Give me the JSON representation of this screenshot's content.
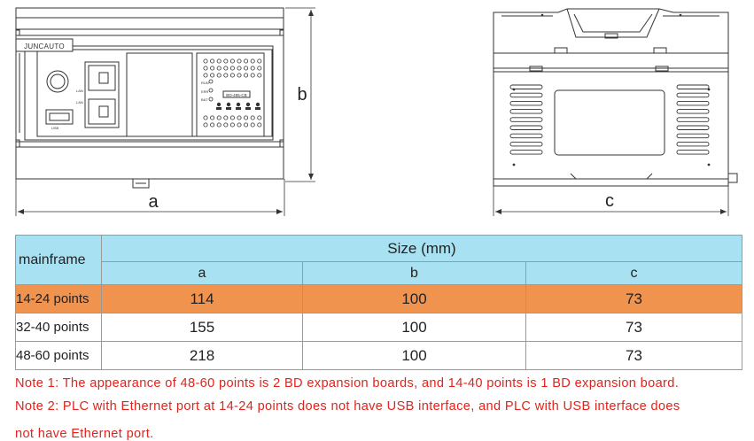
{
  "drawing": {
    "front_brand": "JUNCAUTO",
    "front_small_labels": [
      "LAN",
      "LAN",
      "USB",
      "RUN",
      "ERR",
      "BAT"
    ],
    "panel_label": "BD-485-CB",
    "dim_a": "a",
    "dim_b": "b",
    "dim_c": "c"
  },
  "table": {
    "header_main": "mainframe",
    "header_size": "Size (mm)",
    "columns": [
      "a",
      "b",
      "c"
    ],
    "rows": [
      {
        "label": "14-24 points",
        "a": "114",
        "b": "100",
        "c": "73",
        "highlighted": true
      },
      {
        "label": "32-40 points",
        "a": "155",
        "b": "100",
        "c": "73",
        "highlighted": false
      },
      {
        "label": "48-60 points",
        "a": "218",
        "b": "100",
        "c": "73",
        "highlighted": false
      }
    ]
  },
  "notes": {
    "note1": "Note 1: The appearance of 48-60 points is 2 BD expansion boards, and 14-40 points is 1 BD expansion board.",
    "note2": "Note 2: PLC with Ethernet port at 14-24 points does not have USB interface, and PLC with USB interface does",
    "note3": "not have Ethernet port."
  },
  "colors": {
    "header_bg": "#a8e2f2",
    "highlight_row_bg": "#f0934f",
    "note_text": "#e0241d",
    "line": "#333333"
  }
}
